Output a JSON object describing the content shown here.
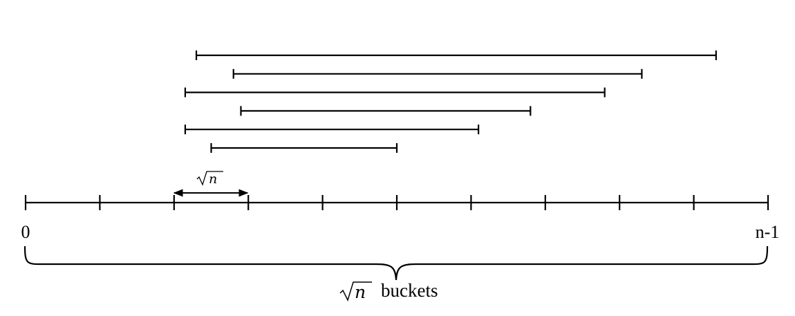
{
  "diagram": {
    "line_color": "#000000",
    "background": "#ffffff",
    "axis": {
      "start_label": "0",
      "end_label": "n-1",
      "tick_count": 11
    },
    "bucket_width": {
      "radical": "√",
      "symbol": "n"
    },
    "brace_label": {
      "radical": "√",
      "symbol": "n",
      "text": "buckets"
    },
    "queries": [
      {
        "start": 2.3,
        "end": 9.3
      },
      {
        "start": 2.8,
        "end": 8.3
      },
      {
        "start": 2.15,
        "end": 7.8
      },
      {
        "start": 2.9,
        "end": 6.8
      },
      {
        "start": 2.15,
        "end": 6.1
      },
      {
        "start": 2.5,
        "end": 5.0
      }
    ]
  }
}
